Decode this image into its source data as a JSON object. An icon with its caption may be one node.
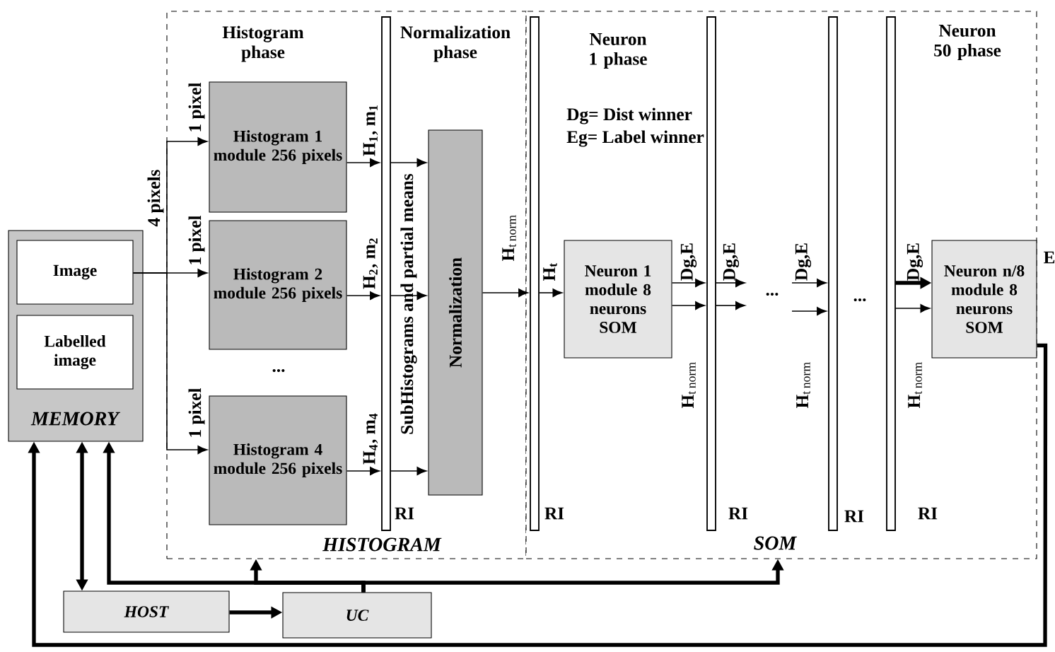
{
  "diagram": {
    "nodes": [
      {
        "text": [
          "MEMORY"
        ]
      },
      {
        "text": [
          "Image"
        ],
        "in": 0
      },
      {
        "text": [
          "Labelled image"
        ],
        "in": 0
      },
      {
        "text": [
          "HISTOGRAM"
        ]
      },
      {
        "text": [
          "Histogram 1 module 256 pixels"
        ],
        "in": 3
      },
      {
        "text": [
          "Histogram 2 module 256 pixels"
        ],
        "in": 3
      },
      {
        "text": [
          "Histogram 4 module 256 pixels"
        ],
        "in": 3
      },
      {
        "text": [],
        "shape": "bar",
        "in": 3,
        "beside": [
          "RI"
        ]
      },
      {
        "text": [
          "Normalization"
        ],
        "in": 3
      },
      {
        "text": [
          "SOM"
        ]
      },
      {
        "text": [],
        "shape": "bar",
        "in": 9,
        "beside": [
          "RI"
        ]
      },
      {
        "text": [
          "Neuron 1 module 8 neurons SOM"
        ],
        "in": 9
      },
      {
        "text": [],
        "shape": "bar",
        "in": 9,
        "beside": [
          "RI"
        ]
      },
      {
        "text": [],
        "shape": "bar",
        "in": 9,
        "beside": [
          "RI"
        ]
      },
      {
        "text": [],
        "shape": "bar",
        "in": 9,
        "beside": [
          "RI"
        ]
      },
      {
        "text": [
          "Neuron n/8 module 8 neurons SOM"
        ],
        "in": 9
      },
      {
        "text": [
          "HOST"
        ]
      },
      {
        "text": [
          "UC"
        ]
      }
    ],
    "edges": [
      {
        "from": 1,
        "to": 4,
        "arrow": "to",
        "label": "1 pixel"
      },
      {
        "from": 1,
        "to": 5,
        "arrow": "to",
        "label": "1 pixel"
      },
      {
        "from": 1,
        "to": 6,
        "arrow": "to",
        "label": "1 pixel"
      },
      {
        "from": 4,
        "to": 7,
        "arrow": "to",
        "label": "H$_{1}$, m$_{1}$"
      },
      {
        "from": 5,
        "to": 7,
        "arrow": "to",
        "label": "H$_{2}$, m$_{2}$"
      },
      {
        "from": 6,
        "to": 7,
        "arrow": "to",
        "label": "H$_{4}$, m$_{4}$"
      },
      {
        "from": 7,
        "to": 8,
        "arrow": "to"
      },
      {
        "from": 7,
        "to": 8,
        "arrow": "to"
      },
      {
        "from": 7,
        "to": 8,
        "arrow": "to"
      },
      {
        "from": 8,
        "to": 10,
        "arrow": "to",
        "label": "\\mathbf{H}_{\\mathrm{t\\,norm}}"
      },
      {
        "from": 10,
        "to": 11,
        "arrow": "to",
        "label": "H$_{t}$"
      },
      {
        "from": 11,
        "to": 12,
        "arrow": "to",
        "label": "Dg,E"
      },
      {
        "from": 11,
        "to": 12,
        "arrow": "to"
      },
      {
        "from": 12,
        "to": null,
        "arrow": "to",
        "label": "Dg,E"
      },
      {
        "from": 12,
        "to": null,
        "arrow": "to"
      },
      {
        "from": null,
        "to": 13,
        "arrow": "to",
        "label": "Dg,E"
      },
      {
        "from": null,
        "to": 13,
        "arrow": "to"
      },
      {
        "from": 14,
        "to": 15,
        "arrow": "to",
        "label": "Dg,E",
        "style": "thick"
      },
      {
        "from": 14,
        "to": 15,
        "arrow": "to"
      },
      {
        "from": 15,
        "to": 0,
        "arrow": "to",
        "style": "thick"
      },
      {
        "from": 16,
        "to": 0,
        "arrow": "both",
        "style": "thick"
      },
      {
        "from": 16,
        "to": 17,
        "arrow": "to",
        "style": "thick"
      },
      {
        "from": 17,
        "to": 0,
        "arrow": "to",
        "style": "thick"
      },
      {
        "from": 17,
        "to": 3,
        "arrow": "to",
        "style": "thick"
      },
      {
        "from": 17,
        "to": 9,
        "arrow": "to",
        "style": "thick"
      }
    ],
    "labels": [
      "Histogram phase",
      "Normalization phase",
      "Neuron 1 phase",
      "Neuron 50 phase",
      "Dg= Dist winner",
      "Eg= Label winner",
      "4 pixels",
      "...",
      "SubHistograms and partial means",
      "\\mathbf{H}_{\\mathrm{t\\,norm}}",
      "...",
      "\\mathbf{H}_{\\mathrm{t\\,norm}}",
      "...",
      "\\mathbf{H}_{\\mathrm{t\\,norm}}",
      "E"
    ]
  }
}
